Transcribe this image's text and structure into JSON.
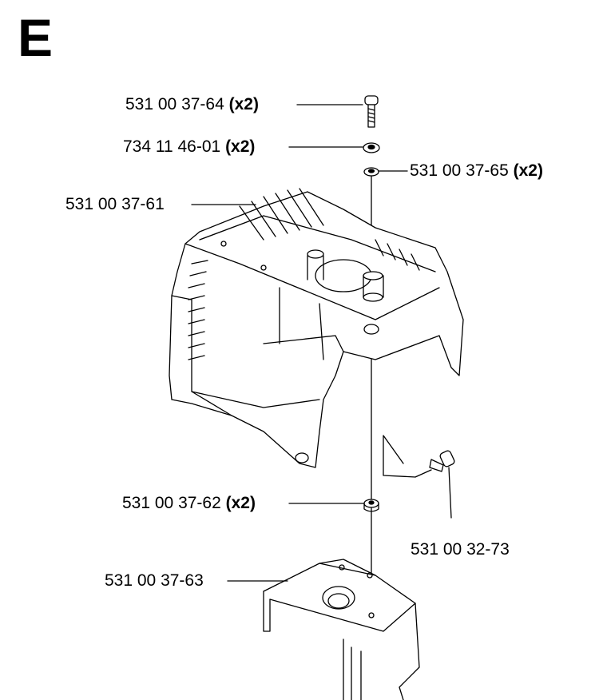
{
  "section": "E",
  "parts": [
    {
      "id": "bolt",
      "number": "531 00 37-64",
      "qty": "(x2)"
    },
    {
      "id": "washer-a",
      "number": "734 11 46-01",
      "qty": "(x2)"
    },
    {
      "id": "washer-b",
      "number": "531 00 37-65",
      "qty": "(x2)"
    },
    {
      "id": "cylinder-cover",
      "number": "531 00 37-61",
      "qty": ""
    },
    {
      "id": "bushing",
      "number": "531 00 37-62",
      "qty": "(x2)"
    },
    {
      "id": "screw",
      "number": "531 00 32-73",
      "qty": ""
    },
    {
      "id": "bracket",
      "number": "531 00 37-63",
      "qty": ""
    }
  ]
}
